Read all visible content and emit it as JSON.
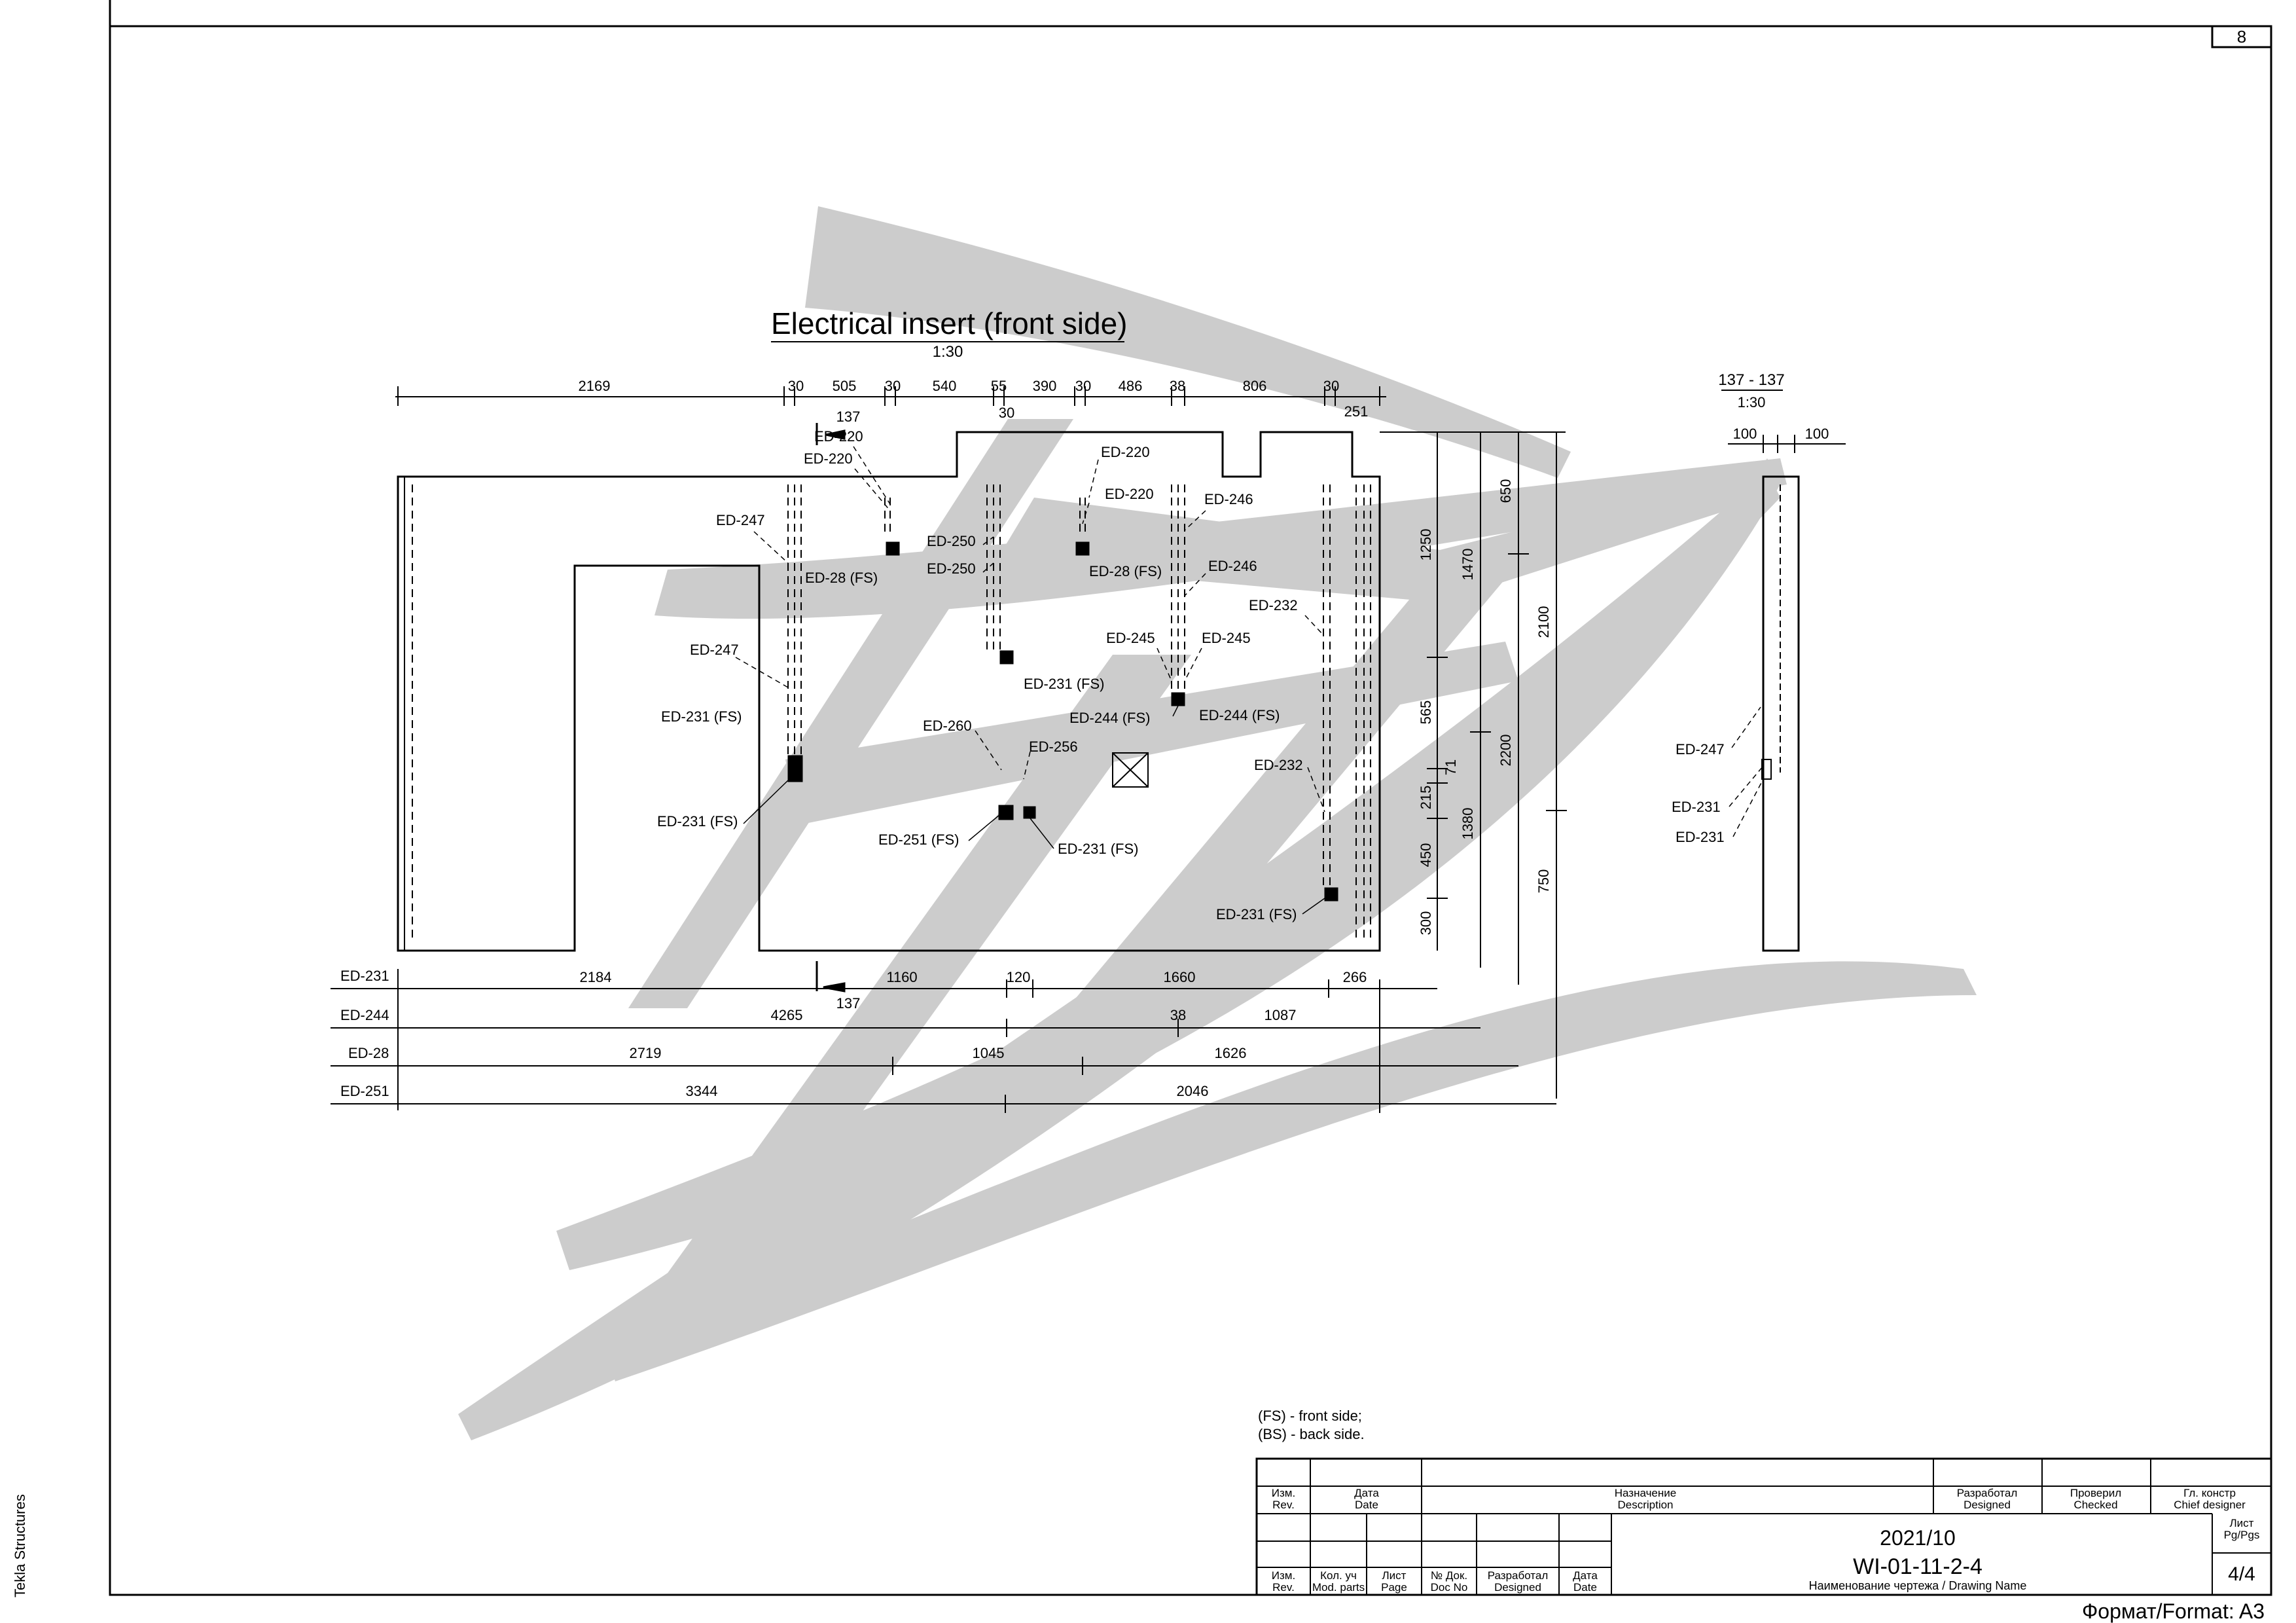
{
  "sheet": {
    "page_number": "8",
    "side_label": "Tekla Structures",
    "format": "Формат/Format: A3"
  },
  "view_main": {
    "title": "Electrical insert (front side)",
    "scale": "1:30"
  },
  "view_side": {
    "title": "137 - 137",
    "scale": "1:30",
    "dims": [
      "100",
      "100"
    ],
    "labels": [
      "ED-247",
      "ED-231",
      "ED-231"
    ]
  },
  "top_dims": [
    "2169",
    "30",
    "505",
    "30",
    "540",
    "55",
    "390",
    "30",
    "486",
    "38",
    "806",
    "30",
    "30",
    "251",
    "137"
  ],
  "right_dims": [
    "1250",
    "1470",
    "650",
    "2100",
    "565",
    "71",
    "215",
    "2200",
    "450",
    "1380",
    "300",
    "750"
  ],
  "bottom_rows": [
    {
      "label": "ED-231",
      "values": [
        "2184",
        "1160",
        "120",
        "1660",
        "266"
      ],
      "extra": "137"
    },
    {
      "label": "ED-244",
      "values": [
        "4265",
        "38",
        "1087"
      ]
    },
    {
      "label": "ED-28",
      "values": [
        "2719",
        "1045",
        "1626"
      ]
    },
    {
      "label": "ED-251",
      "values": [
        "3344",
        "2046"
      ]
    }
  ],
  "part_labels": [
    "ED-220",
    "ED-220",
    "ED-220",
    "ED-220",
    "ED-247",
    "ED-28 (FS)",
    "ED-250",
    "ED-250",
    "ED-28 (FS)",
    "ED-246",
    "ED-246",
    "ED-232",
    "ED-247",
    "ED-245",
    "ED-245",
    "ED-231 (FS)",
    "ED-231 (FS)",
    "ED-244 (FS)",
    "ED-244 (FS)",
    "ED-260",
    "ED-256",
    "ED-232",
    "ED-231 (FS)",
    "ED-251 (FS)",
    "ED-231 (FS)",
    "ED-231 (FS)"
  ],
  "section_mark": "137",
  "notes": [
    "(FS) - front side;",
    "(BS) - back side."
  ],
  "title_block": {
    "izm_rev": "Изм.\nRev.",
    "data_date": "Дата\nDate",
    "description": "Назначение\nDescription",
    "designed": "Разработал\nDesigned",
    "checked": "Проверил\nChecked",
    "chief": "Гл. констр\nChief designer",
    "list_pgs": "Лист\nPg/Pgs",
    "kol_uch": "Кол. уч\nMod. parts",
    "list_page": "Лист\nPage",
    "doc_no": "№ Док.\nDoc No",
    "date": "2021/10",
    "drawing_number": "WI-01-11-2-4",
    "drawing_name_label": "Наименование чертежа / Drawing Name",
    "page_of": "4/4"
  },
  "colors": {
    "line": "#000000",
    "watermark": "#cccccc"
  }
}
